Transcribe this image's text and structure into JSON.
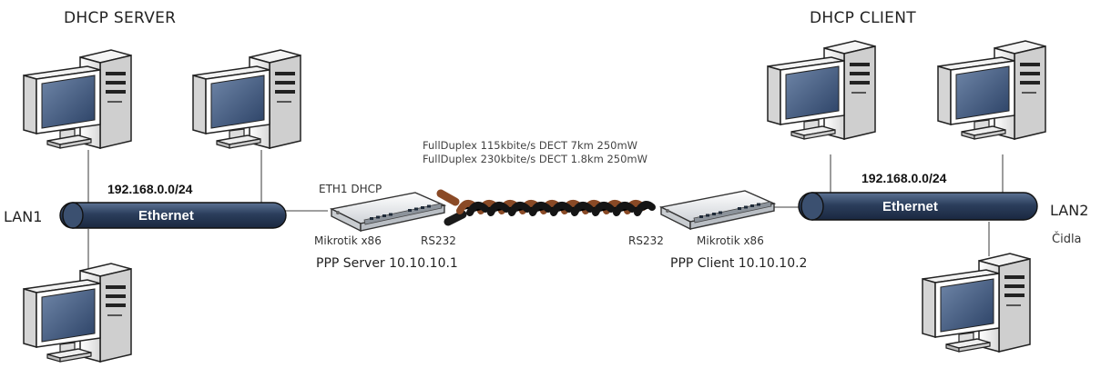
{
  "server": {
    "title": "DHCP SERVER",
    "lan_label": "LAN1",
    "network": "192.168.0.0/24",
    "bus_label": "Ethernet",
    "router_port_label": "ETH1 DHCP",
    "router_model": "Mikrotik x86",
    "serial_label": "RS232",
    "ppp_label": "PPP Server 10.10.10.1"
  },
  "client": {
    "title": "DHCP CLIENT",
    "lan_label": "LAN2",
    "lan_sublabel": "Čidla",
    "network": "192.168.0.0/24",
    "bus_label": "Ethernet",
    "router_model": "Mikrotik x86",
    "serial_label": "RS232",
    "ppp_label": "PPP Client 10.10.10.2"
  },
  "link": {
    "line1": "FullDuplex 115kbite/s  DECT 7km 250mW",
    "line2": "FullDuplex 230kbite/s  DECT 1.8km 250mW"
  }
}
